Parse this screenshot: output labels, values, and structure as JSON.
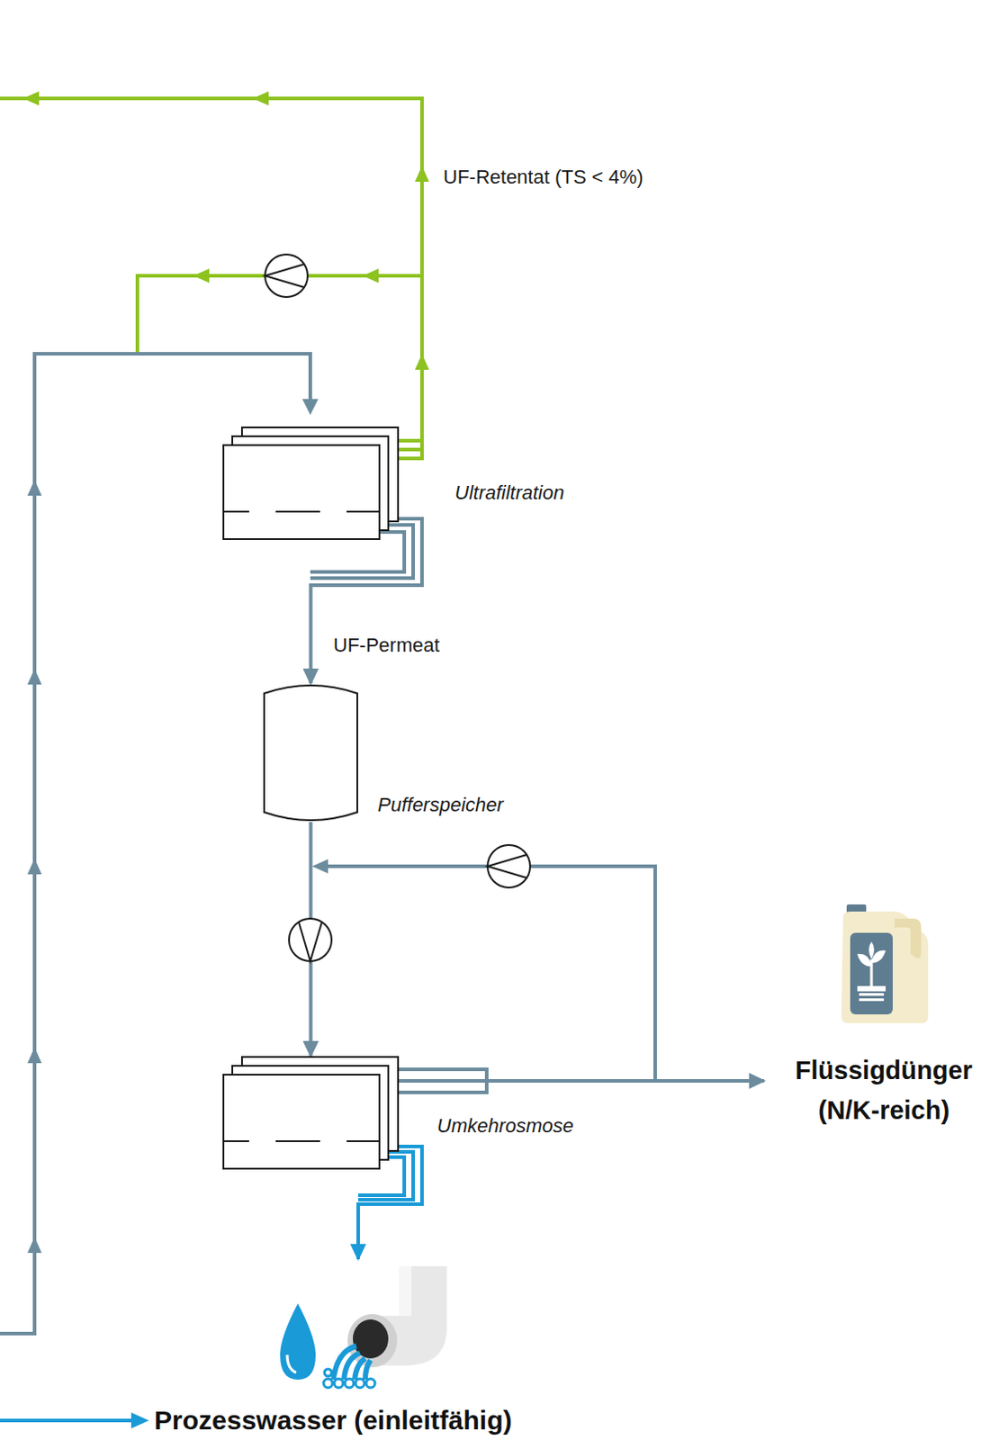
{
  "diagram": {
    "nodes": [
      {
        "text": [
          "Ultrafiltration"
        ]
      },
      {
        "text": [
          "Pufferspeicher"
        ]
      },
      {
        "text": [
          "Umkehrosmose"
        ]
      },
      {
        "text": [
          "Flüssigdünger (N/K-reich)"
        ]
      },
      {
        "text": [
          "Prozesswasser (einleitfähig)"
        ]
      }
    ],
    "edges": [
      {
        "from": 0,
        "to": 1,
        "label": "UF-Permeat",
        "arrow": "to"
      },
      {
        "from": 1,
        "to": 2,
        "arrow": "to"
      },
      {
        "from": 2,
        "to": 3,
        "arrow": "to"
      },
      {
        "from": 2,
        "to": 4,
        "arrow": "to"
      }
    ],
    "labels": [
      "UF-Retentat (TS < 4%)"
    ]
  }
}
